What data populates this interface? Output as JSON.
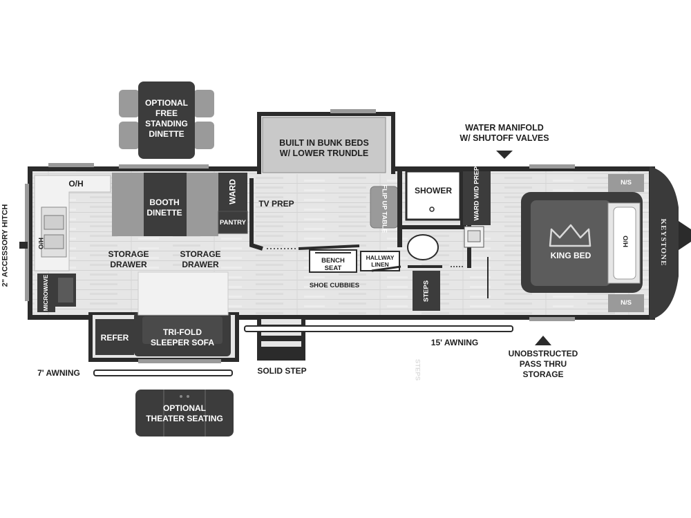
{
  "labels": {
    "optional_dinette": "OPTIONAL\nFREE\nSTANDING\nDINETTE",
    "bunk_beds": "BUILT IN BUNK BEDS\nW/ LOWER TRUNDLE",
    "water_manifold": "WATER MANIFOLD\nW/ SHUTOFF VALVES",
    "oh": "O/H",
    "booth_dinette": "BOOTH\nDINETTE",
    "ward_front": "WARD",
    "pantry": "PANTRY",
    "tv_prep": "TV PREP",
    "flip_up_table": "FLIP UP\nTABLE",
    "shower": "SHOWER",
    "ward_wd_prep": "WARD\nW/D PREP",
    "ns_top": "N/S",
    "ns_bottom": "N/S",
    "king_bed": "KING BED",
    "ho": "H/O",
    "brand": "KEYSTONE",
    "accessory_hitch": "2\" ACCESSORY HITCH",
    "oh_side": "O/H",
    "microwave": "MICROWAVE",
    "storage_drawer_left": "STORAGE\nDRAWER",
    "storage_drawer_right": "STORAGE\nDRAWER",
    "bench_seat": "BENCH\nSEAT",
    "hallway_linen": "HALLWAY\nLINEN",
    "shoe_cubbies": "SHOE CUBBIES",
    "steps": "STEPS",
    "refer": "REFER",
    "sofa": "TRI-FOLD\nSLEEPER SOFA",
    "awning_15": "15' AWNING",
    "awning_7": "7' AWNING",
    "solid_step": "SOLID STEP",
    "pass_thru": "UNOBSTRUCTED\nPASS THRU\nSTORAGE",
    "theater_seating": "OPTIONAL\nTHEATER SEATING",
    "steps_faint": "STEPS"
  },
  "colors": {
    "wall": "#2b2b2b",
    "floor": "#e6e6e6",
    "furniture_dark": "#3c3c3c",
    "furniture_mid": "#9a9a9a",
    "furniture_light": "#c9c9c9",
    "bed": "#4d4d4d"
  },
  "icons": {
    "king_bed": "crown-icon"
  }
}
